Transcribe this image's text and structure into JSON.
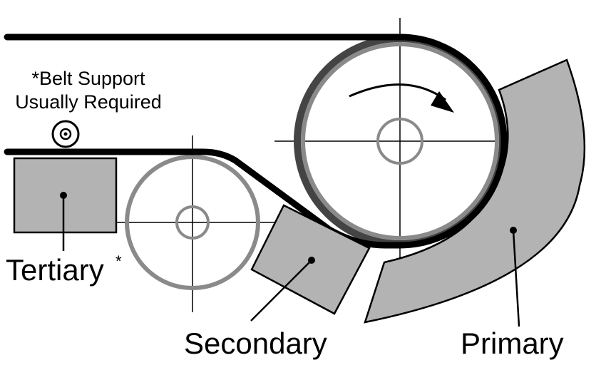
{
  "labels": {
    "note_line1": "*Belt Support",
    "note_line2": "Usually Required",
    "tertiary": "Tertiary",
    "tertiary_asterisk": "*",
    "secondary": "Secondary",
    "primary": "Primary"
  },
  "colors": {
    "belt": "#000000",
    "scraper_fill": "#b3b3b3",
    "pulley_ring": "#8a8a8a",
    "pulley_dark_ring": "#444444",
    "line": "#000000",
    "background": "#ffffff"
  },
  "icons": {
    "rotation": "clockwise-arrow-icon",
    "belt_support": "support-roller-icon"
  }
}
